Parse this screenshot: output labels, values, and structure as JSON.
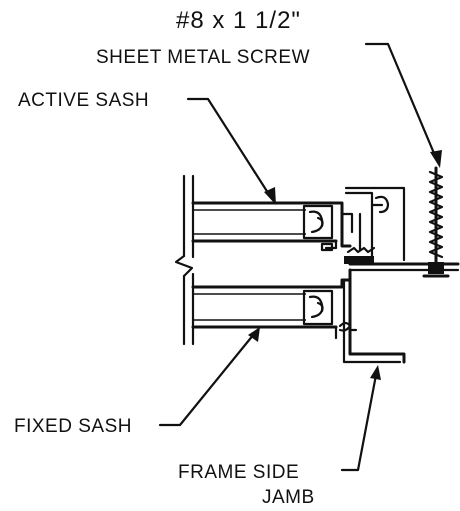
{
  "labels": {
    "screw_size": "#8 x 1 1/2\"",
    "screw_type": "SHEET METAL SCREW",
    "active_sash": "ACTIVE SASH",
    "fixed_sash": "FIXED SASH",
    "frame_side_line1": "FRAME SIDE",
    "frame_side_line2": "JAMB"
  }
}
